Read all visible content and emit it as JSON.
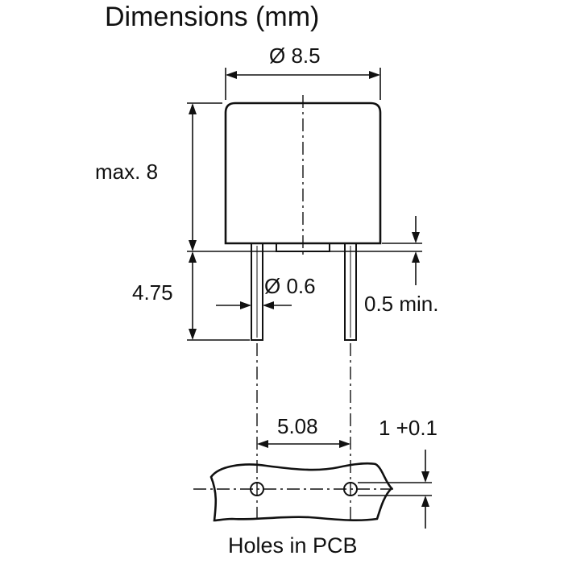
{
  "title": "Dimensions (mm)",
  "dimensions": {
    "body_diameter": "Ø 8.5",
    "body_height": "max. 8",
    "lead_length": "4.75",
    "lead_diameter": "Ø 0.6",
    "standoff": "0.5 min.",
    "lead_pitch": "5.08",
    "hole_diameter": "1 +0.1"
  },
  "caption": "Holes in PCB",
  "colors": {
    "ink": "#111111",
    "background": "#ffffff"
  }
}
